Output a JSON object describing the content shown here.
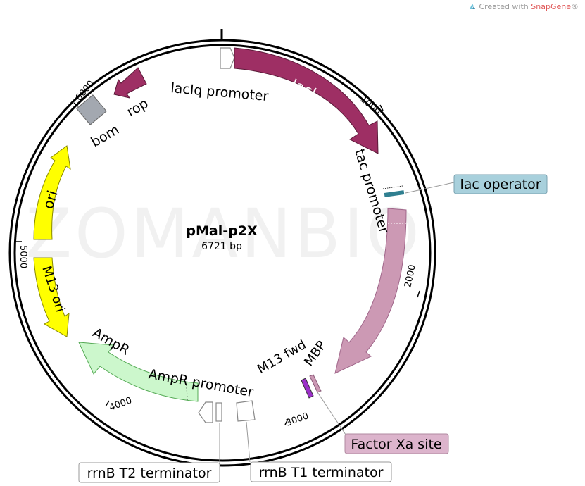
{
  "credit": {
    "prefix": "Created with ",
    "brand": "SnapGene",
    "mark": "®"
  },
  "watermark": "ZOMANBIO",
  "plasmid": {
    "name": "pMal-p2X",
    "size_label": "6721 bp"
  },
  "ticks": [
    "1000",
    "2000",
    "3000",
    "4000",
    "5000",
    "6000"
  ],
  "features": {
    "lacI": "lacI",
    "ori": "ori",
    "m13_ori": "M13 ori",
    "ampr": "AmpR"
  },
  "labels": {
    "lacIq_promoter": "lacIq promoter",
    "rop": "rop",
    "bom": "bom",
    "tac_promoter": "tac promoter",
    "m13_fwd": "M13 fwd",
    "mbp": "MBP",
    "ampr_promoter": "AmpR promoter"
  },
  "callouts": {
    "lac_operator": "lac operator",
    "factor_xa_site": "Factor Xa site",
    "rrnb_t2": "rrnB T2 terminator",
    "rrnb_t1": "rrnB T1 terminator"
  },
  "colors": {
    "lacI": "#9e2f64",
    "rop": "#9e2f64",
    "mbp": "#cc99b4",
    "ori": "#ffff00",
    "m13_ori": "#ffff00",
    "ampr": "#ccf7cc",
    "bom": "#a3a8b0",
    "lac_operator_box": "#a8d0dc",
    "factor_xa_box": "#dcb4cc",
    "m13_fwd_primer": "#9b30c8",
    "lac_operator_feature": "#2f7f90"
  }
}
